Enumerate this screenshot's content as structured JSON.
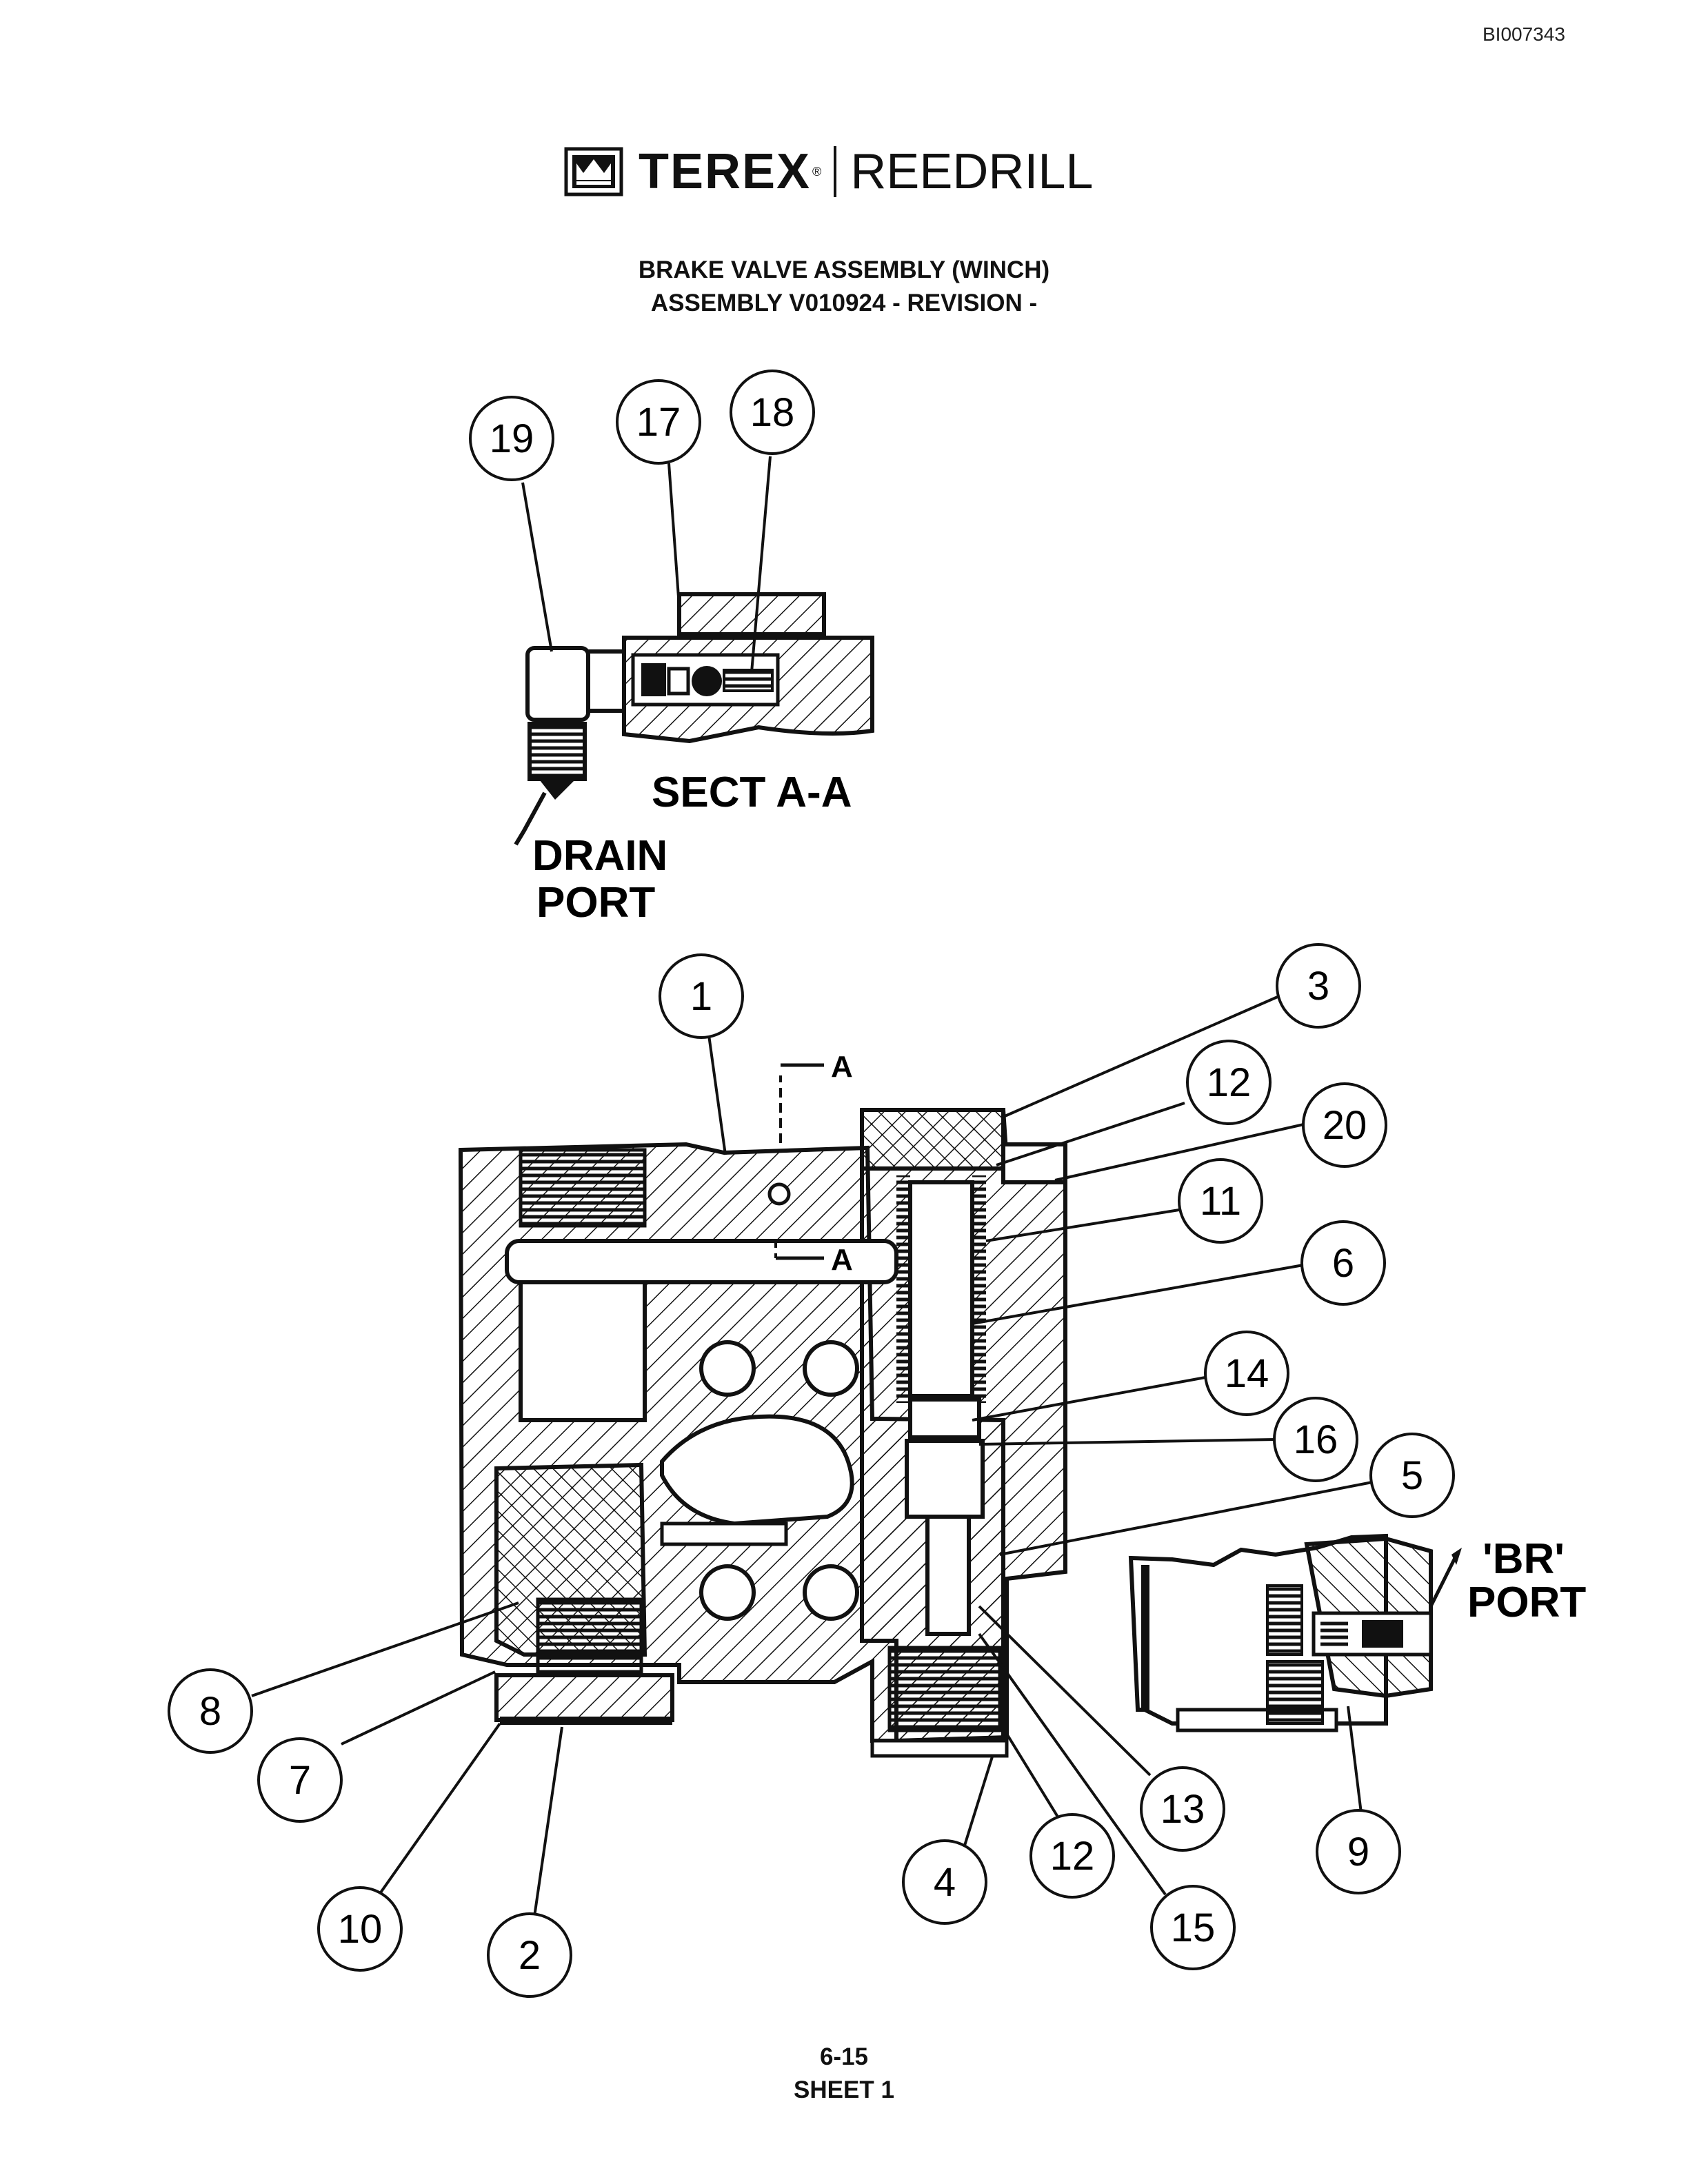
{
  "doc_id": "BI007343",
  "logo": {
    "brand": "TEREX",
    "registered": "®",
    "division": "REEDRILL"
  },
  "title": {
    "line1": "BRAKE VALVE ASSEMBLY (WINCH)",
    "line2": "ASSEMBLY V010924 - REVISION -"
  },
  "section": {
    "label": "SECT A-A",
    "drain1": "DRAIN",
    "drain2": "PORT"
  },
  "section_marks": {
    "a_top": "A",
    "a_mid": "A"
  },
  "br_port": {
    "line1": "'BR'",
    "line2": "PORT"
  },
  "callouts": [
    "19",
    "17",
    "18",
    "1",
    "3",
    "12",
    "20",
    "11",
    "6",
    "14",
    "16",
    "5",
    "8",
    "7",
    "10",
    "2",
    "4",
    "12",
    "13",
    "15",
    "9"
  ],
  "footer": {
    "page": "6-15",
    "sheet": "SHEET 1"
  }
}
